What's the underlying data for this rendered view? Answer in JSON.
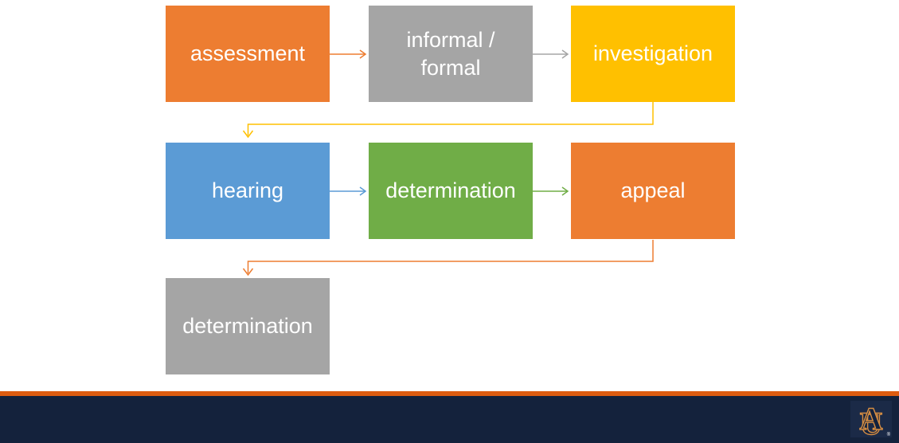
{
  "slide": {
    "background_color": "#FFFFFF",
    "text_color": "#FFFFFF"
  },
  "flowchart": {
    "boxes": [
      {
        "label": "assessment",
        "color": "#ED7D31"
      },
      {
        "label": "informal /\nformal",
        "color": "#A5A5A5"
      },
      {
        "label": "investigation",
        "color": "#FFC000"
      },
      {
        "label": "hearing",
        "color": "#5B9BD5"
      },
      {
        "label": "determination",
        "color": "#70AD47"
      },
      {
        "label": "appeal",
        "color": "#ED7D31"
      },
      {
        "label": "determination",
        "color": "#A5A5A5"
      }
    ],
    "arrows": [
      {
        "from": "assessment",
        "to": "informal / formal",
        "color": "#ED7D31",
        "type": "straight"
      },
      {
        "from": "informal / formal",
        "to": "investigation",
        "color": "#A5A5A5",
        "type": "straight"
      },
      {
        "from": "hearing",
        "to": "determination",
        "color": "#5B9BD5",
        "type": "straight"
      },
      {
        "from": "determination",
        "to": "appeal",
        "color": "#70AD47",
        "type": "straight"
      },
      {
        "from": "investigation",
        "to": "hearing",
        "color": "#FFC000",
        "type": "elbow"
      },
      {
        "from": "appeal",
        "to": "determination",
        "color": "#ED7D31",
        "type": "elbow"
      }
    ]
  },
  "footer": {
    "stripe_color": "#DD5C10",
    "bar_color": "#14223C",
    "logo": {
      "letter_u": "U",
      "letter_a": "A",
      "registered_mark": "®",
      "letter_fill": "#14223C",
      "outline_color": "#D78E43",
      "tile_color": "#1B2A47"
    }
  }
}
